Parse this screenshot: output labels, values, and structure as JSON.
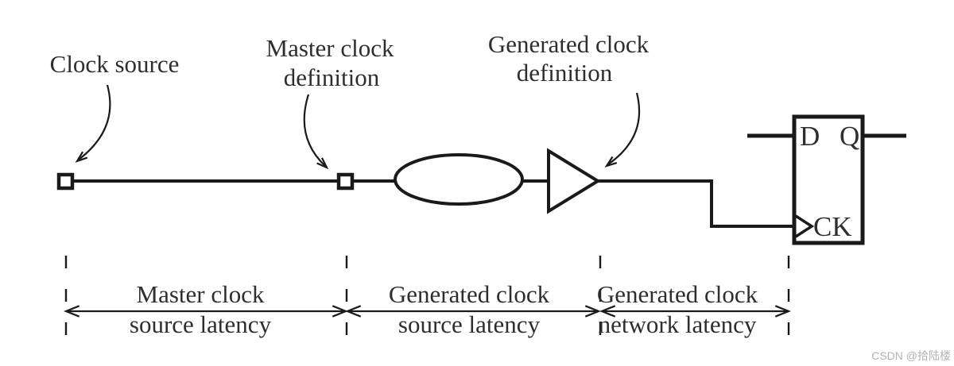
{
  "diagram": {
    "callouts": {
      "clock_source": {
        "label": "Clock source"
      },
      "master_clock_definition": {
        "line1": "Master clock",
        "line2": "definition"
      },
      "generated_clock_definition": {
        "line1": "Generated clock",
        "line2": "definition"
      }
    },
    "flip_flop": {
      "d_pin": "D",
      "q_pin": "Q",
      "ck_pin": "CK"
    },
    "latency_spans": [
      {
        "line1": "Master clock",
        "line2": "source latency"
      },
      {
        "line1": "Generated clock",
        "line2": "source latency"
      },
      {
        "line1": "Generated clock",
        "line2": "network latency"
      }
    ],
    "watermark": "CSDN @拾陆楼",
    "colors": {
      "ink": "#1a1a1a",
      "text": "#2e2e2e",
      "watermark": "#b5b2b2",
      "background": "#ffffff"
    }
  }
}
